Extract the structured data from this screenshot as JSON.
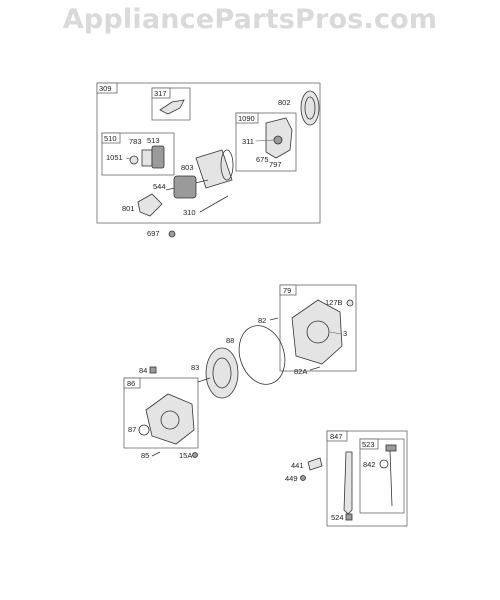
{
  "watermark": "AppliancePartsPros.com",
  "labels": {
    "l309": "309",
    "l317": "317",
    "l802": "802",
    "l1090": "1090",
    "l510": "510",
    "l783": "783",
    "l513": "513",
    "l311": "311",
    "l1051": "1051",
    "l803": "803",
    "l675": "675",
    "l797": "797",
    "l544": "544",
    "l801": "801",
    "l310": "310",
    "l697": "697",
    "l79": "79",
    "l127b": "127B",
    "l82": "82",
    "l3": "3",
    "l88": "88",
    "l82a": "82A",
    "l84": "84",
    "l83": "83",
    "l86": "86",
    "l87": "87",
    "l85": "85",
    "l15a": "15A",
    "l847": "847",
    "l523": "523",
    "l842": "842",
    "l441": "441",
    "l449": "449",
    "l524": "524"
  }
}
